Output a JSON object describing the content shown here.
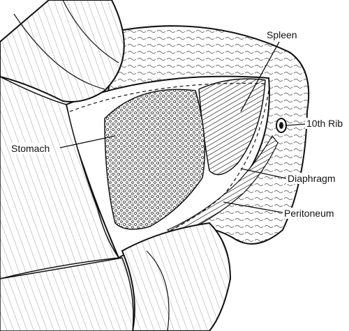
{
  "labels": {
    "spleen": "Spleen",
    "rib": "10th Rib",
    "stomach": "Stomach",
    "diaphragm": "Diaphragm",
    "peritoneum": "Peritoneum"
  },
  "colors": {
    "ink": "#111111",
    "paper": "#ffffff"
  }
}
